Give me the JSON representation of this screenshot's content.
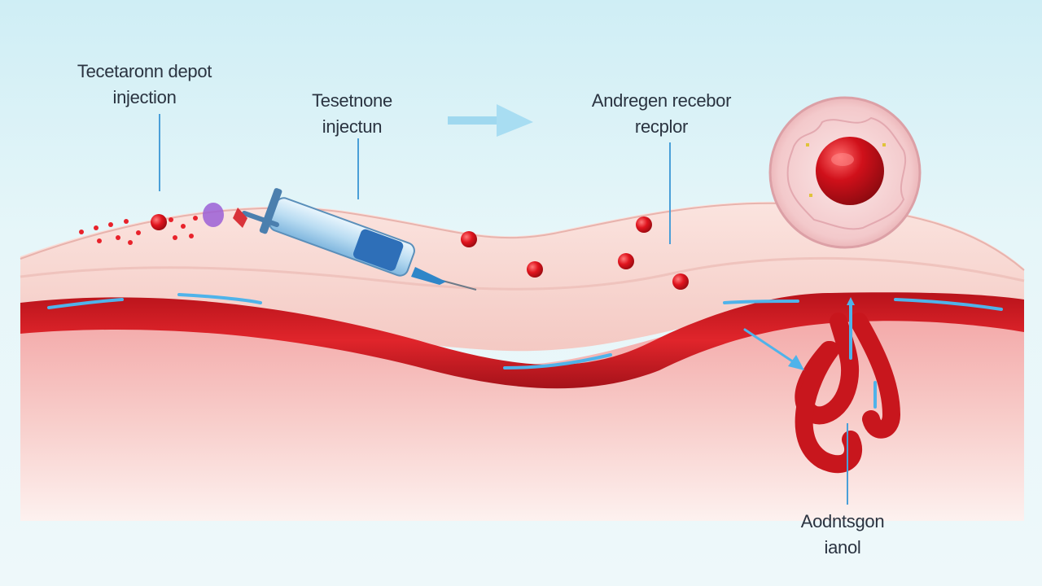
{
  "labels": {
    "depot_injection": {
      "line1": "Tecetaronn depot",
      "line2": "injection"
    },
    "testosterone_injection": {
      "line1": "Tesetnone",
      "line2": "injectun"
    },
    "androgen_receptor": {
      "line1": "Andregen recebor",
      "line2": "recplor"
    },
    "androgen_bottom": {
      "line1": "Aodntsgon",
      "line2": "ianol"
    }
  },
  "colors": {
    "background_top": "#cfeef5",
    "skin_top": "#f6d9d4",
    "tissue": "#f7c5c2",
    "vessel": "#d81e24",
    "vessel_dark": "#a5121a",
    "flow_arrow": "#4fb3ea",
    "pointer_line": "#4a9fd8",
    "molecule": "#e0141e",
    "cell": "#f6cfcf",
    "nucleus": "#d0101a"
  }
}
